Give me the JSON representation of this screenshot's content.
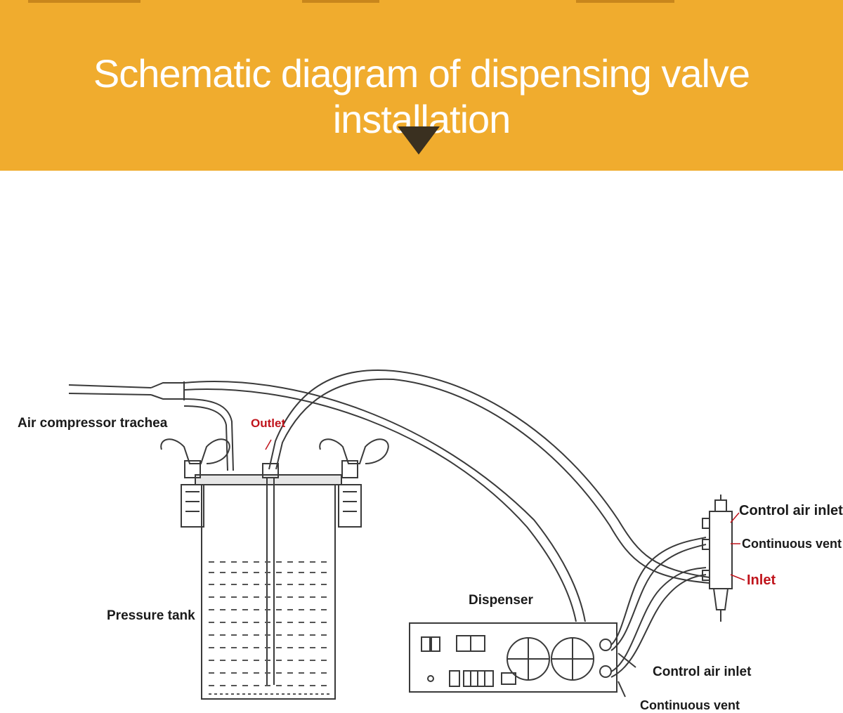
{
  "header": {
    "title": "Schematic diagram of dispensing valve installation",
    "background_color": "#f0ac2e",
    "arrow_icon": "down-arrow-icon"
  },
  "labels": {
    "air_compressor_trachea": "Air compressor trachea",
    "outlet": "Outlet",
    "pressure_tank": "Pressure tank",
    "dispenser": "Dispenser",
    "valve_control_air_inlet": "Control air inlet",
    "valve_continuous_vent": "Continuous vent",
    "valve_inlet": "Inlet",
    "dispenser_control_air_inlet": "Control air inlet",
    "dispenser_continuous_vent": "Continuous vent"
  },
  "colors": {
    "label_text": "#1a1a1a",
    "highlight_label": "#c0141c",
    "line": "#3a3a3a"
  }
}
